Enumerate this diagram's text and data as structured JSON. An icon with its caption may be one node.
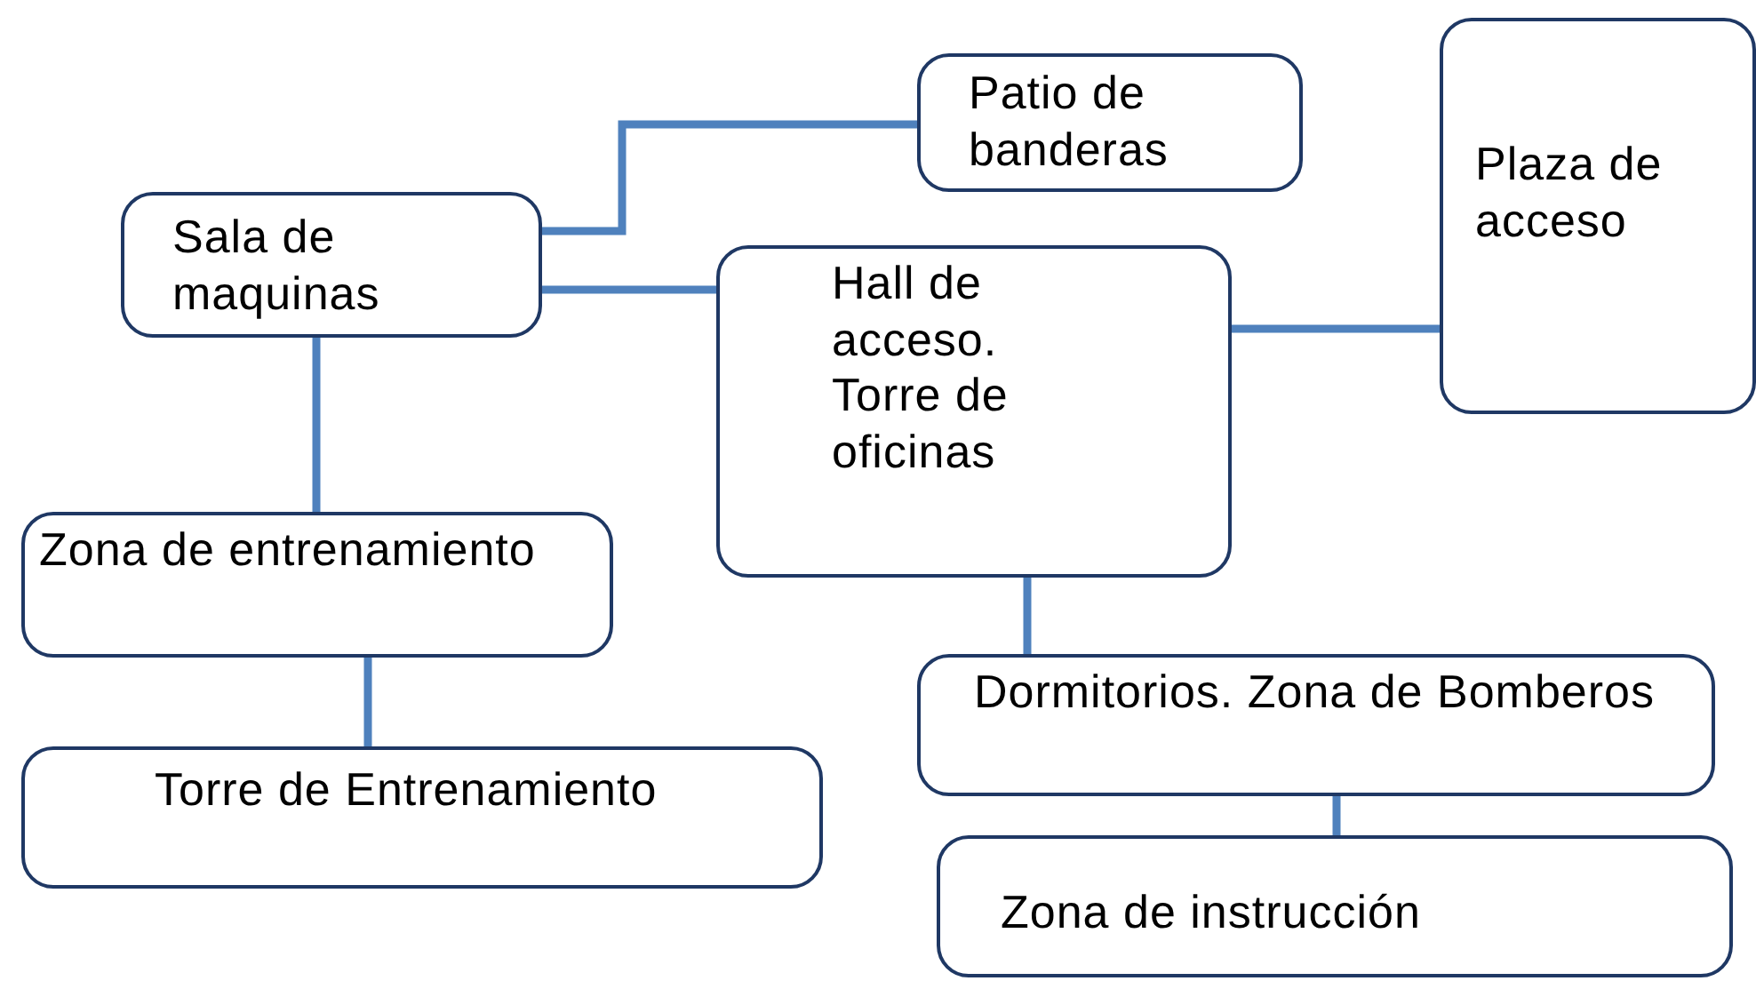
{
  "diagram": {
    "nodes": [
      {
        "text": [
          "Patio de banderas"
        ]
      },
      {
        "text": [
          "Plaza de acceso"
        ]
      },
      {
        "text": [
          "Sala de maquinas"
        ]
      },
      {
        "text": [
          "Hall de acceso. Torre de oficinas"
        ]
      },
      {
        "text": [
          "Zona de entrenamiento"
        ]
      },
      {
        "text": [
          "Dormitorios. Zona de Bomberos"
        ]
      },
      {
        "text": [
          "Torre de Entrenamiento"
        ]
      },
      {
        "text": [
          "Zona de instrucción"
        ]
      }
    ],
    "edges": [
      {
        "from": 2,
        "to": 0,
        "arrow": "none"
      },
      {
        "from": 2,
        "to": 3,
        "arrow": "none"
      },
      {
        "from": 3,
        "to": 1,
        "arrow": "none"
      },
      {
        "from": 2,
        "to": 4,
        "arrow": "none"
      },
      {
        "from": 4,
        "to": 6,
        "arrow": "none"
      },
      {
        "from": 3,
        "to": 5,
        "arrow": "none"
      },
      {
        "from": 5,
        "to": 7,
        "arrow": "none"
      }
    ]
  }
}
